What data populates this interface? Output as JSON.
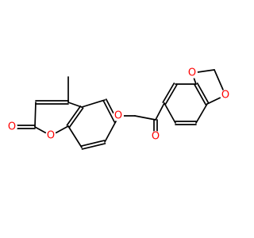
{
  "molecule": {
    "atom_labels": {
      "carbonyl_oxygen_lactone": "O",
      "ring_oxygen_lactone": "O",
      "ether_oxygen": "O",
      "carbonyl_oxygen_ketone": "O",
      "dioxole_oxygen_top": "O",
      "dioxole_oxygen_bottom": "O"
    },
    "colors": {
      "bond": "#000000",
      "oxygen": "#ff0000",
      "background": "#ffffff"
    }
  }
}
